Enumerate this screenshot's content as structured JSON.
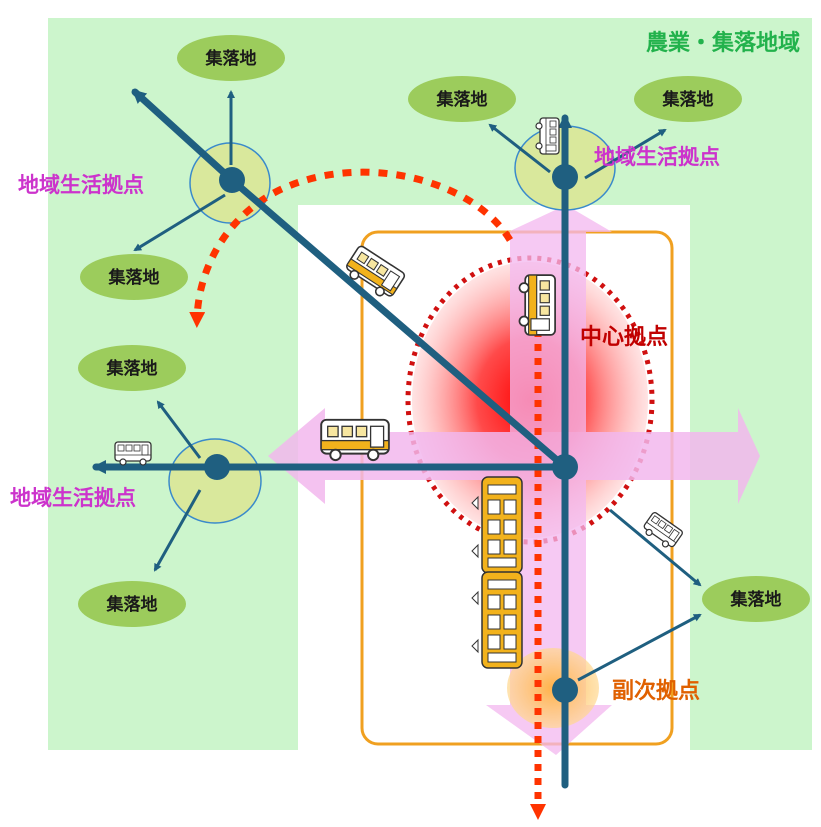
{
  "region_label": "農業・集落地域",
  "labels": {
    "center_hub": "中心拠点",
    "sub_hub": "副次拠点",
    "local_hub_upper_left": "地域生活拠点",
    "local_hub_upper_right": "地域生活拠点",
    "local_hub_left": "地域生活拠点"
  },
  "settlements": {
    "top_left": "集落地",
    "upper_left_lower": "集落地",
    "top_center": "集落地",
    "top_right": "集落地",
    "left_upper": "集落地",
    "left_lower": "集落地",
    "lower_right": "集落地"
  },
  "colors": {
    "agri_zone": "#ccf5cc",
    "urban_frame": "#f0a020",
    "network_line": "#1f5f80",
    "center_glow": "#ff1a1a",
    "dotted_arrow": "#ff3300",
    "pink_arrow": "#f3b8ee",
    "region_label": "#22b24c",
    "hub_label": "#cc33cc",
    "center_label": "#c00000",
    "sub_label": "#e06000",
    "settlement_fill": "#9ccc5c"
  },
  "icons": [
    "bus-icon",
    "train-icon"
  ]
}
